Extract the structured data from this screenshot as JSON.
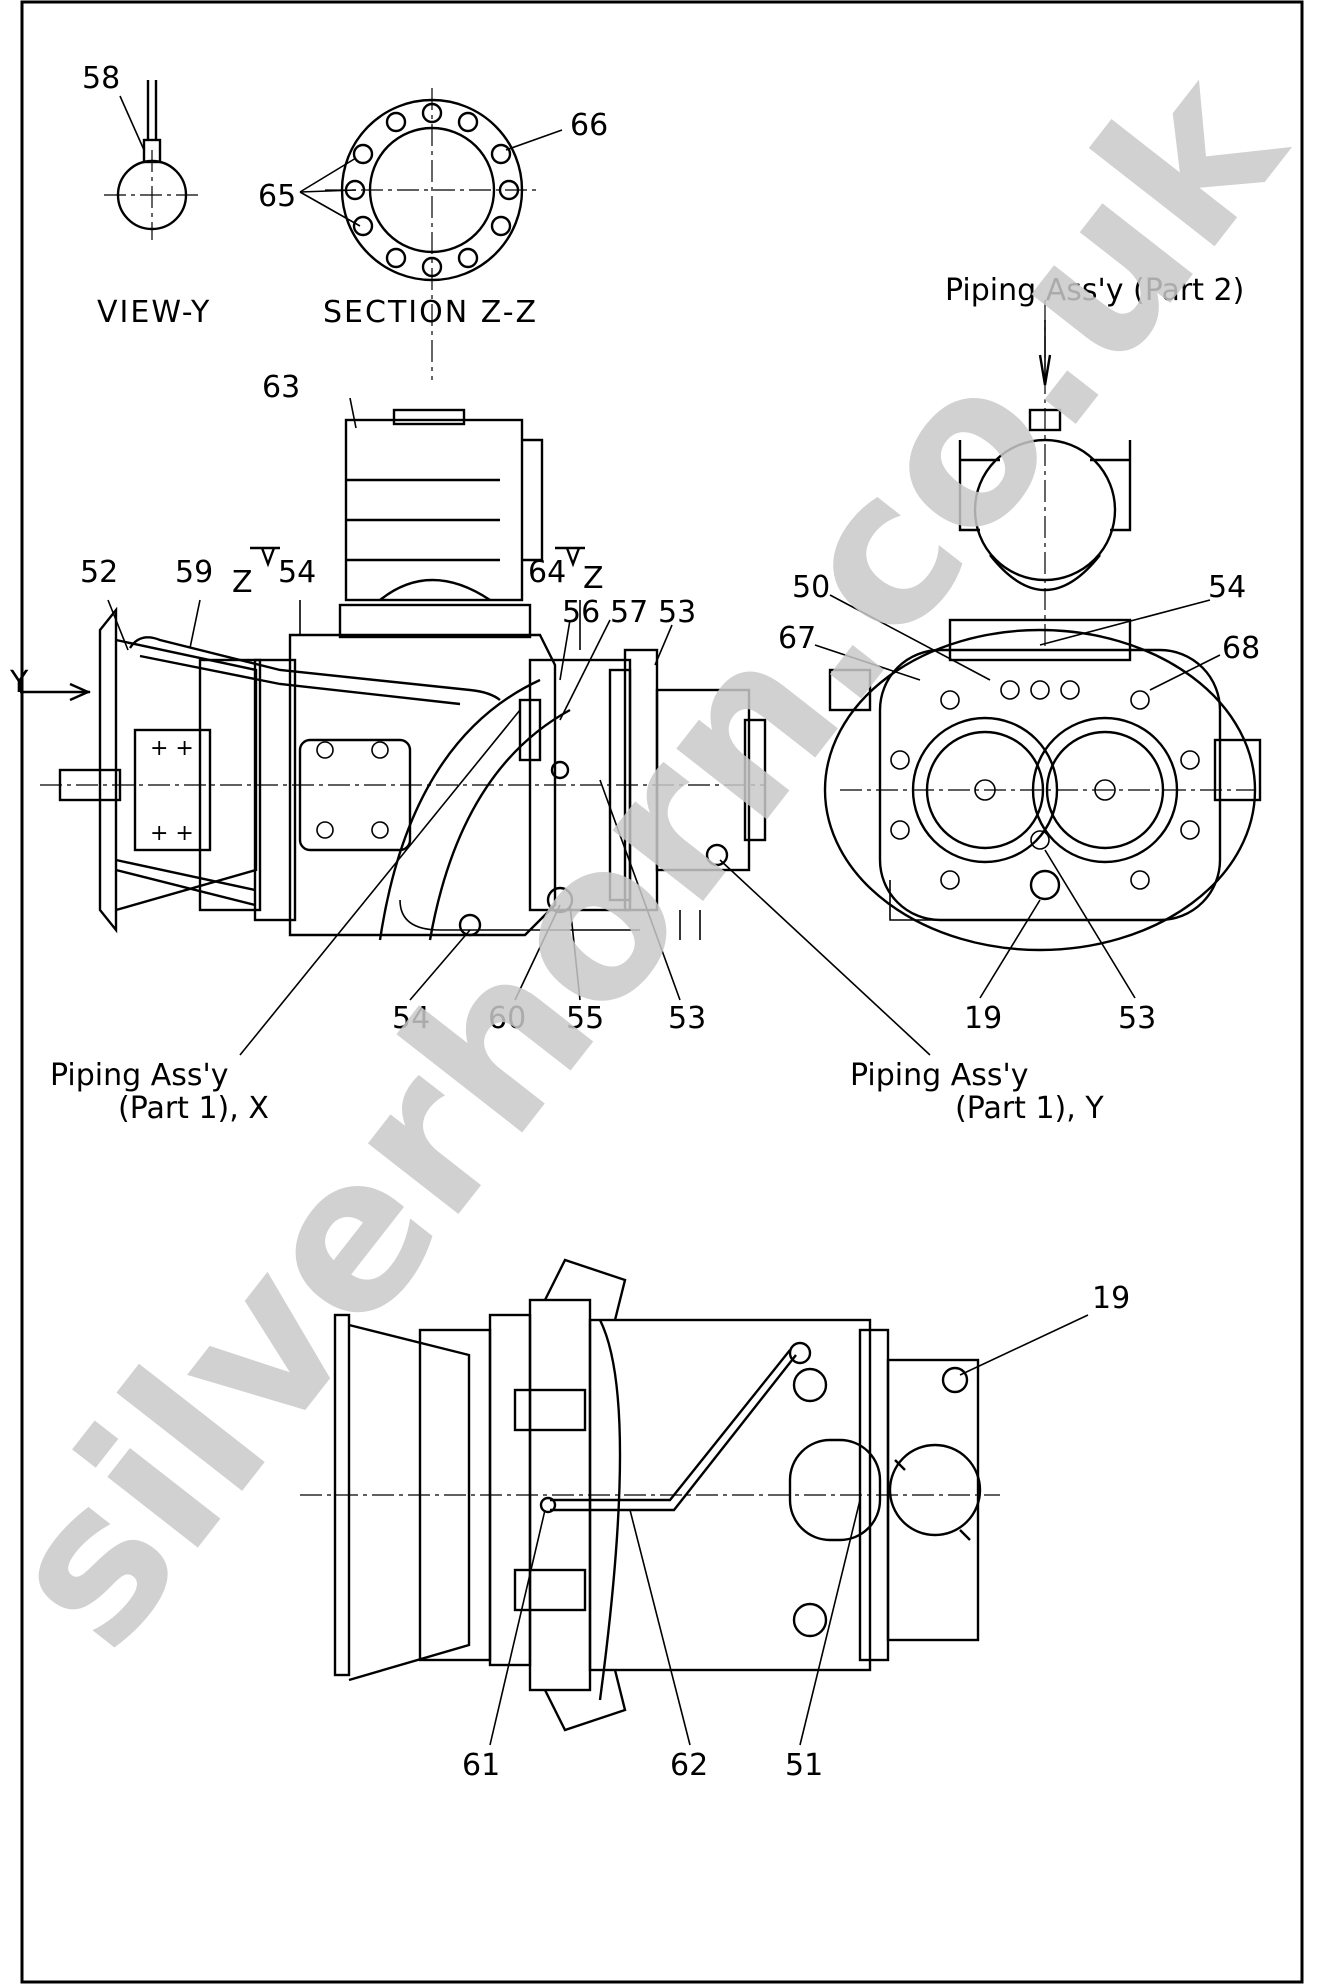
{
  "views": {
    "view_y": "VIEW-Y",
    "section_zz": "SECTION Z-Z"
  },
  "piping": {
    "part2": "Piping Ass'y (Part 2)",
    "part1_x_line1": "Piping Ass'y",
    "part1_x_line2": "(Part 1), X",
    "part1_y_line1": "Piping Ass'y",
    "part1_y_line2": "(Part 1), Y"
  },
  "markers": {
    "y_arrow": "Y",
    "z_left": "Z",
    "z_right": "Z"
  },
  "callouts": {
    "c58": "58",
    "c66": "66",
    "c65": "65",
    "c63": "63",
    "c52": "52",
    "c59": "59",
    "c54_top": "54",
    "c64": "64",
    "c56": "56",
    "c57": "57",
    "c53_top": "53",
    "c54_bottom": "54",
    "c60": "60",
    "c55": "55",
    "c53_bottom": "53",
    "c50": "50",
    "c67": "67",
    "c54_right": "54",
    "c68": "68",
    "c19_right": "19",
    "c53_right": "53",
    "c19_lower": "19",
    "c61": "61",
    "c62": "62",
    "c51": "51"
  },
  "watermark": "silverhorn.co.uk"
}
